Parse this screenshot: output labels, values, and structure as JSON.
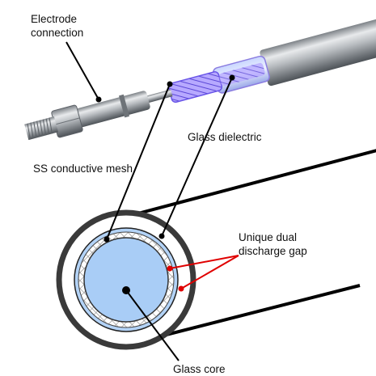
{
  "labels": {
    "electrode_line1": "Electrode",
    "electrode_line2": "connection",
    "glass_dielectric": "Glass dielectric",
    "ss_mesh": "SS conductive mesh",
    "gap_line1": "Unique dual",
    "gap_line2": "discharge gap",
    "glass_core": "Glass core"
  },
  "colors": {
    "steel": "#b8bcc0",
    "steel_dark": "#7d8287",
    "mesh_glow": "#8f7cf0",
    "outer_ring": "#3a3a3a",
    "dielectric_fill": "#b3d3f7",
    "core_fill": "#a9cdf6",
    "callout_black": "#000000",
    "callout_red": "#e00000"
  }
}
